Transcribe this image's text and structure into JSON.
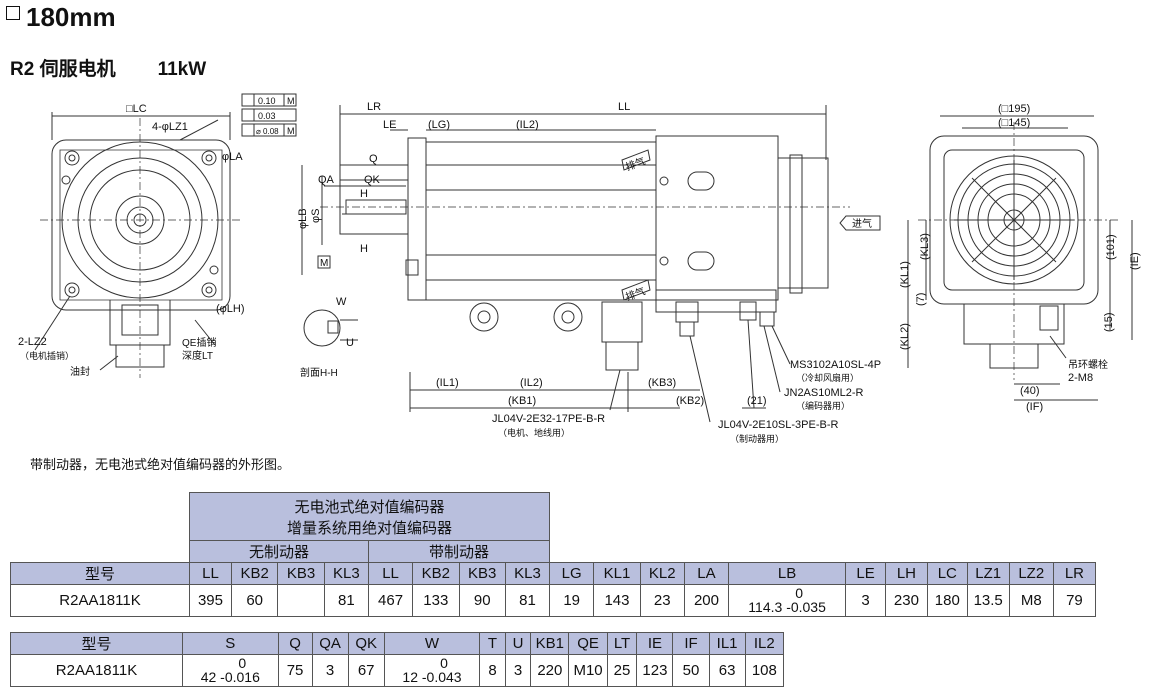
{
  "header": {
    "title": "180mm",
    "subtitle_model": "R2 伺服电机",
    "subtitle_power": "11kW"
  },
  "caption": "带制动器，无电池式绝对值编码器的外形图。",
  "drawing": {
    "front": {
      "labels": [
        "□LC",
        "4-φLZ1",
        "φLA",
        "2-LZ2",
        "（电机插销）",
        "油封",
        "QE插销",
        "深度LT",
        "(φLH)"
      ]
    },
    "side": {
      "labels": [
        "LR",
        "LE",
        "(LG)",
        "(IL2)",
        "LL",
        "Q",
        "QA",
        "QK",
        "H",
        "H",
        "φLB",
        "φS",
        "M",
        "W",
        "U",
        "剖面H-H",
        "(IL1)",
        "(IL2)",
        "(KB1)",
        "(KB3)",
        "(KB2)",
        "(21)"
      ],
      "tolerances": [
        "0.10",
        "0.03",
        "⌀ 0.08"
      ],
      "tol_m": "M",
      "arrows": [
        "排气",
        "进气",
        "排气"
      ],
      "connectors": [
        "MS3102A10SL-4P",
        "（冷却风扇用）",
        "JN2AS10ML2-R",
        "（编码器用）",
        "JL04V-2E32-17PE-B-R",
        "（电机、地线用）",
        "JL04V-2E10SL-3PE-B-R",
        "（制动器用）"
      ]
    },
    "rear": {
      "labels": [
        "(□195)",
        "(□145)",
        "(KL3)",
        "(KL1)",
        "(KL2)",
        "(7)",
        "(101)",
        "(IE)",
        "(15)",
        "吊环螺栓",
        "2-M8",
        "(40)",
        "(IF)"
      ]
    }
  },
  "table1": {
    "group_top_1": "无电池式绝对值编码器",
    "group_top_2": "增量系统用绝对值编码器",
    "sub_no_brake": "无制动器",
    "sub_brake": "带制动器",
    "headers": [
      "型号",
      "LL",
      "KB2",
      "KB3",
      "KL3",
      "LL",
      "KB2",
      "KB3",
      "KL3",
      "LG",
      "KL1",
      "KL2",
      "LA",
      "LB",
      "LE",
      "LH",
      "LC",
      "LZ1",
      "LZ2",
      "LR"
    ],
    "row": [
      "R2AA1811K",
      "395",
      "60",
      "",
      "81",
      "467",
      "133",
      "90",
      "81",
      "19",
      "143",
      "23",
      "200",
      "114.3",
      "3",
      "230",
      "180",
      "13.5",
      "M8",
      "79"
    ],
    "lb_tol": {
      "upper": "0",
      "lower": "-0.035"
    }
  },
  "table2": {
    "headers": [
      "型号",
      "S",
      "Q",
      "QA",
      "QK",
      "W",
      "T",
      "U",
      "KB1",
      "QE",
      "LT",
      "IE",
      "IF",
      "IL1",
      "IL2"
    ],
    "row": [
      "R2AA1811K",
      "42",
      "75",
      "3",
      "67",
      "12",
      "8",
      "3",
      "220",
      "M10",
      "25",
      "123",
      "50",
      "63",
      "108"
    ],
    "s_tol": {
      "upper": "0",
      "lower": "-0.016"
    },
    "w_tol": {
      "upper": "0",
      "lower": "-0.043"
    }
  }
}
